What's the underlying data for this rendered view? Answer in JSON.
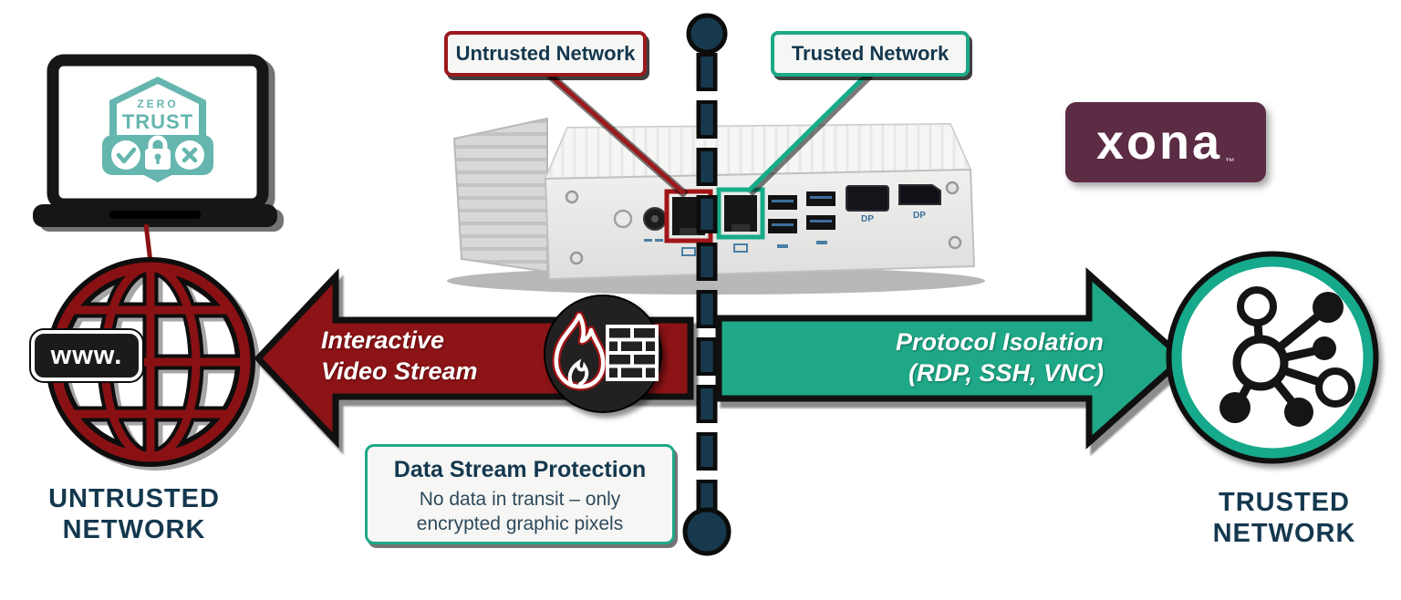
{
  "callouts": {
    "untrusted": "Untrusted Network",
    "trusted": "Trusted Network"
  },
  "laptop_shield": {
    "top": "ZERO",
    "bottom": "TRUST"
  },
  "globe_badge": "www.",
  "untrusted_label": {
    "line1": "UNTRUSTED",
    "line2": "NETWORK"
  },
  "trusted_label": {
    "line1": "TRUSTED",
    "line2": "NETWORK"
  },
  "arrow_left": {
    "line1": "Interactive",
    "line2": "Video Stream"
  },
  "arrow_right": {
    "line1": "Protocol Isolation",
    "line2": "(RDP, SSH, VNC)"
  },
  "protection_box": {
    "title": "Data Stream Protection",
    "line1": "No data in transit – only",
    "line2": "encrypted graphic pixels"
  },
  "logo": {
    "text": "xona",
    "tm": "™"
  },
  "device": {
    "dp_label_1": "DP",
    "dp_label_2": "DP"
  },
  "colors": {
    "untrusted_red": "#8c1316",
    "red_border": "#9a1a1c",
    "trusted_teal": "#1ea887",
    "navy": "#14384e",
    "logo_maroon": "#5c2b44",
    "shield_teal": "#65b6ae"
  }
}
